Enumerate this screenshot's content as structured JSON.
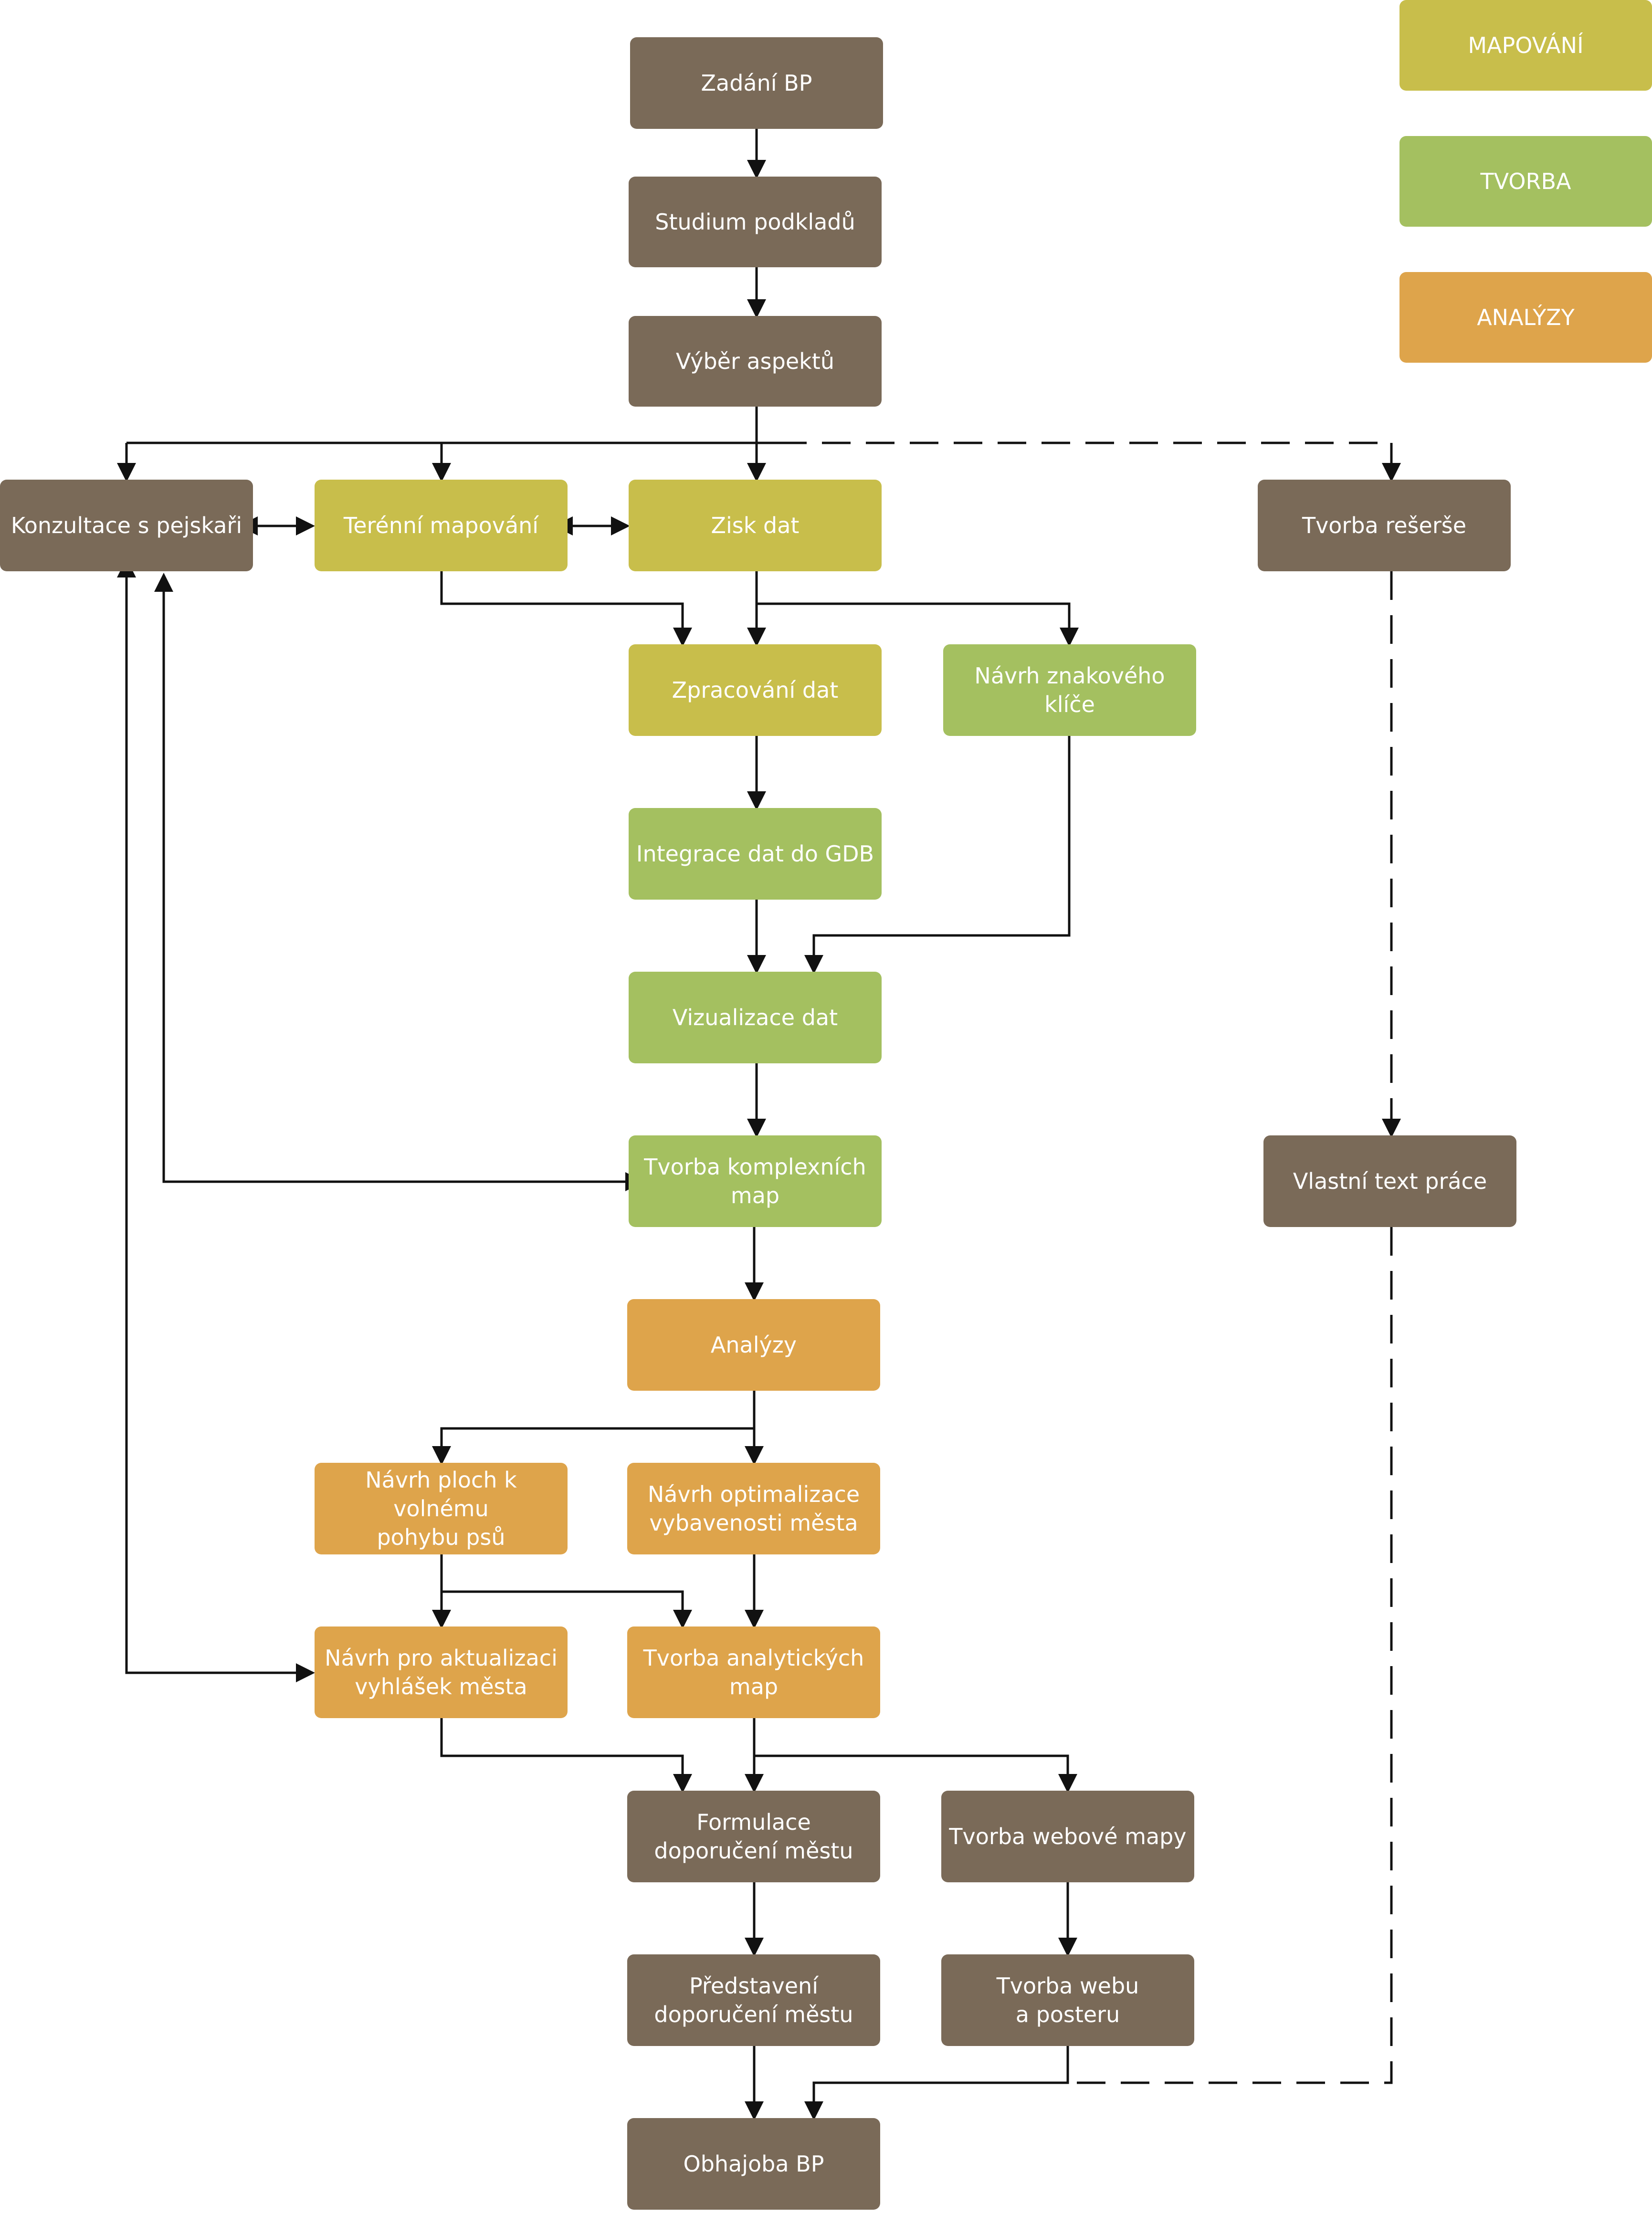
{
  "colors": {
    "general": "#7a6a58",
    "mapovani": "#c8be4b",
    "tvorba": "#a4c060",
    "analyzy": "#dea44b",
    "line": "#111111"
  },
  "legend": {
    "mapovani": "MAPOVÁNÍ",
    "tvorba": "TVORBA",
    "analyzy": "ANALÝZY"
  },
  "nodes": {
    "zadani": "Zadání BP",
    "studium": "Studium podkladů",
    "vyber": "Výběr aspektů",
    "konzultace": "Konzultace s pejskaři",
    "terenni": "Terénní mapování",
    "zisk": "Zisk dat",
    "reserse": "Tvorba rešerše",
    "zpracovani": "Zpracování dat",
    "navrh_klice": "Návrh znakového klíče",
    "integrace": "Integrace dat do GDB",
    "vizualizace": "Vizualizace dat",
    "komplexni": "Tvorba komplexních\nmap",
    "text": "Vlastní text práce",
    "analyzy": "Analýzy",
    "plochy": "Návrh ploch k volnému\npohybu psů",
    "optimalizace": "Návrh optimalizace\nvybavenosti města",
    "aktualizace": "Návrh pro aktualizaci\nvyhlášek města",
    "analyticke": "Tvorba analytických\nmap",
    "formulace": "Formulace\ndoporučení městu",
    "webova_mapa": "Tvorba webové mapy",
    "predstaveni": "Představení\ndoporučení městu",
    "web_poster": "Tvorba webu\na posteru",
    "obhajoba": "Obhajoba BP"
  }
}
